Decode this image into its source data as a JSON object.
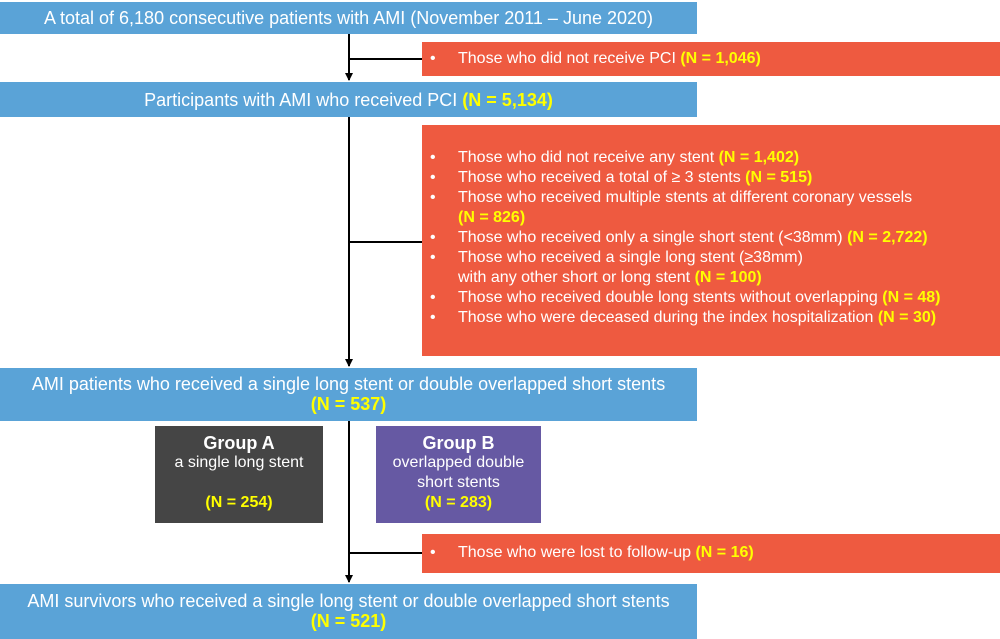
{
  "colors": {
    "main_box": "#5aa3d7",
    "exclusion_box": "#ee5a40",
    "group_a": "#454545",
    "group_b": "#6659a3",
    "count_highlight": "#ffff00",
    "connector": "#000000"
  },
  "flow": {
    "step1": {
      "text": "A total of 6,180 consecutive patients with AMI (November 2011 – June 2020)"
    },
    "exclusion1": {
      "items": [
        {
          "text": "Those who did not receive PCI ",
          "n": "(N = 1,046)"
        }
      ]
    },
    "step2": {
      "text": "Participants with AMI who received PCI ",
      "n": "(N = 5,134)"
    },
    "exclusion2": {
      "items": [
        {
          "text": "Those who did not receive any stent ",
          "n": "(N = 1,402)"
        },
        {
          "text": "Those who received a total of ≥ 3 stents ",
          "n": "(N = 515)"
        },
        {
          "text": "Those who received multiple stents at different coronary vessels",
          "n": "(N = 826)"
        },
        {
          "text": "Those who received only a single short stent (<38mm) ",
          "n": "(N = 2,722)"
        },
        {
          "text": "Those who received a single long stent (≥38mm)",
          "text2": "with any other short or long stent ",
          "n": "(N = 100)"
        },
        {
          "text": "Those who received double long stents without overlapping ",
          "n": "(N = 48)"
        },
        {
          "text": "Those who were deceased during the index hospitalization ",
          "n": "(N = 30)"
        }
      ]
    },
    "step3": {
      "text": "AMI patients who received a single long stent or double overlapped short stents",
      "n": "(N = 537)"
    },
    "group_a": {
      "title": "Group A",
      "desc": "a single long stent",
      "n": "(N = 254)"
    },
    "group_b": {
      "title": "Group B",
      "desc1": "overlapped double",
      "desc2": "short stents",
      "n": "(N = 283)"
    },
    "exclusion3": {
      "items": [
        {
          "text": "Those who were lost to follow-up ",
          "n": "(N = 16)"
        }
      ]
    },
    "step4": {
      "text": "AMI survivors who received a single long stent or double overlapped short stents",
      "n": "(N = 521)"
    }
  }
}
